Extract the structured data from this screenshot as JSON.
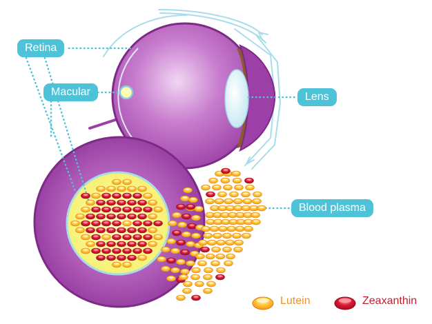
{
  "labels": {
    "retina": "Retina",
    "macular": "Macular",
    "lens": "Lens",
    "blood_plasma": "Blood plasma"
  },
  "legend": {
    "lutein": "Lutein",
    "zeaxanthin": "Zeaxanthin"
  },
  "colors": {
    "callout": "#4ec3d8",
    "eyeball": "#a04aa9",
    "macula_fill": "#f8f487",
    "lutein": "#f5a623",
    "zeaxanthin": "#c8102e",
    "lutein_text": "#f0912a",
    "zeaxanthin_text": "#c01f2f"
  }
}
